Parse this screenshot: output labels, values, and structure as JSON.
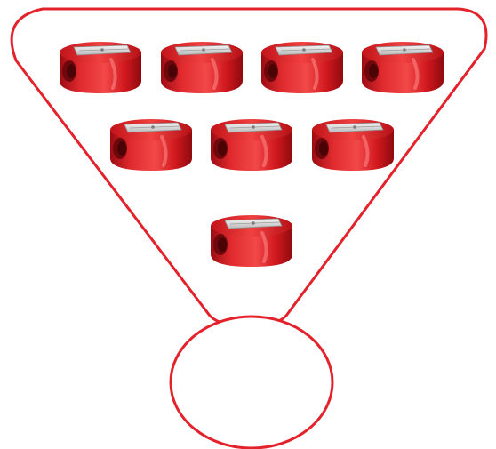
{
  "diagram": {
    "outline_color": "#e3232c",
    "item_body_color": "#d41820",
    "item_highlight_color": "#f04a4a",
    "item_shadow_color": "#8a0a0e",
    "item_top_color": "#e8e8e8",
    "item_icon": "pencil-sharpener-icon",
    "rows": [
      {
        "count": 4
      },
      {
        "count": 3
      },
      {
        "count": 1
      }
    ],
    "bottom_circle_filled": false
  }
}
